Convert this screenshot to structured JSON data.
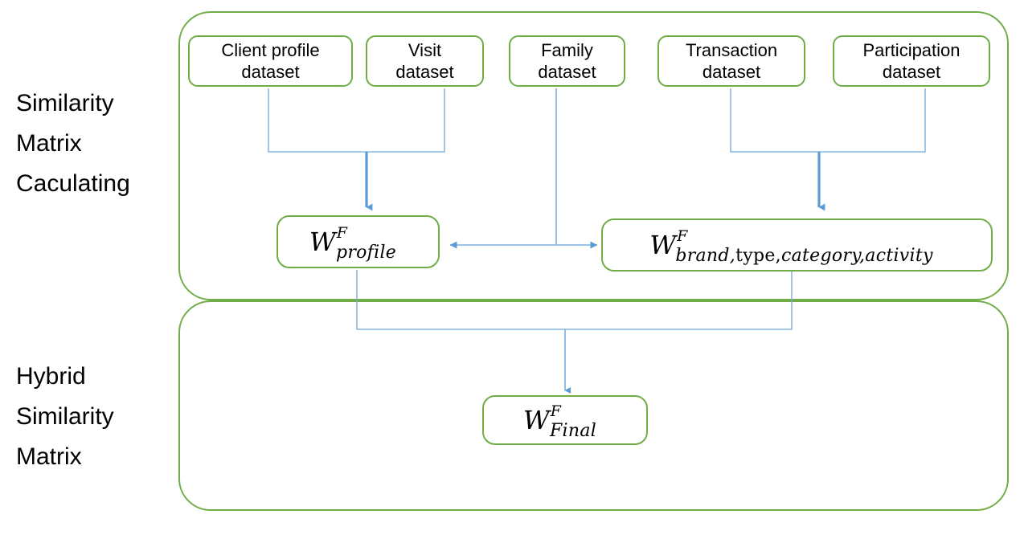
{
  "diagram": {
    "title": "Hybrid similarity matrix construction flow",
    "colors": {
      "node_border_green": "#70AD47",
      "group_border_green": "#70AD47",
      "connector_blue": "#5B9BD5",
      "connector_thin_blue": "#6FA8DC",
      "text_black": "#000000",
      "background": "#FFFFFF"
    },
    "sections": [
      {
        "id": "similarity-matrix-calculating",
        "label": "Similarity\nMatrix\nCaculating"
      },
      {
        "id": "hybrid-similarity-matrix",
        "label": "Hybrid\nSimilarity\nMatrix"
      }
    ],
    "datasets": [
      {
        "id": "client-profile-dataset",
        "label": "Client profile\ndataset"
      },
      {
        "id": "visit-dataset",
        "label": "Visit\ndataset"
      },
      {
        "id": "family-dataset",
        "label": "Family\ndataset"
      },
      {
        "id": "transaction-dataset",
        "label": "Transaction\ndataset"
      },
      {
        "id": "participation-dataset",
        "label": "Participation\ndataset"
      }
    ],
    "formulas": [
      {
        "id": "w-profile",
        "base": "W",
        "superscript": "F",
        "subscript": "profile",
        "plain": "W^F_profile"
      },
      {
        "id": "w-brand-type-category-activity",
        "base": "W",
        "superscript": "F",
        "subscript_parts": [
          {
            "text": "brand,",
            "style": "italic"
          },
          {
            "text": "type,",
            "style": "roman"
          },
          {
            "text": "category,activity",
            "style": "italic"
          }
        ],
        "plain": "W^F_brand,type,category,activity"
      },
      {
        "id": "w-final",
        "base": "W",
        "superscript": "F",
        "subscript": "Final",
        "plain": "W^F_Final"
      }
    ],
    "connections": [
      {
        "from": "client-profile-dataset",
        "to": "w-profile",
        "kind": "merge-arrow"
      },
      {
        "from": "visit-dataset",
        "to": "w-profile",
        "kind": "merge-arrow"
      },
      {
        "from": "transaction-dataset",
        "to": "w-brand-type-category-activity",
        "kind": "merge-arrow"
      },
      {
        "from": "participation-dataset",
        "to": "w-brand-type-category-activity",
        "kind": "merge-arrow"
      },
      {
        "from": "family-dataset",
        "to": "w-profile",
        "kind": "bidirectional"
      },
      {
        "from": "family-dataset",
        "to": "w-brand-type-category-activity",
        "kind": "bidirectional"
      },
      {
        "from": "w-profile",
        "to": "w-final",
        "kind": "merge-arrow"
      },
      {
        "from": "w-brand-type-category-activity",
        "to": "w-final",
        "kind": "merge-arrow"
      }
    ]
  }
}
